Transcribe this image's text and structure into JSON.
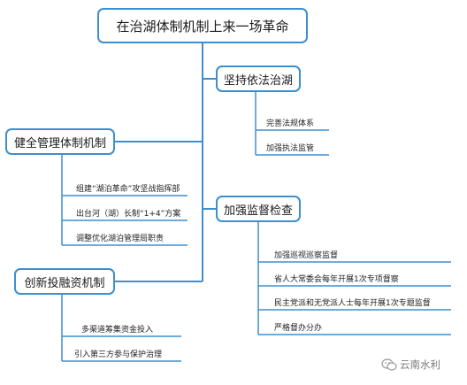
{
  "root": {
    "label": "在治湖体制机制上来一场革命"
  },
  "branches": {
    "b1": {
      "label": "坚持依法治湖",
      "leaves": [
        "完善法规体系",
        "加强执法监管"
      ]
    },
    "b2": {
      "label": "健全管理体制机制",
      "leaves": [
        "组建“湖泊革命”攻坚战指挥部",
        "出台河（湖）长制“1+4”方案",
        "调整优化湖泊管理局职责"
      ]
    },
    "b3": {
      "label": "加强监督检查",
      "leaves": [
        "加强巡视巡察监督",
        "省人大常委会每年开展1次专项督察",
        "民主党派和无党派人士每年开展1次专题监督",
        "严格督办分办"
      ]
    },
    "b4": {
      "label": "创新投融资机制",
      "leaves": [
        "多渠道筹集资金投入",
        "引入第三方参与保护治理"
      ]
    }
  },
  "watermark": {
    "text": "云南水利"
  },
  "colors": {
    "line": "#3d8fd0",
    "box_border": "#3d8fd0",
    "underline": "#3d8fd0"
  }
}
